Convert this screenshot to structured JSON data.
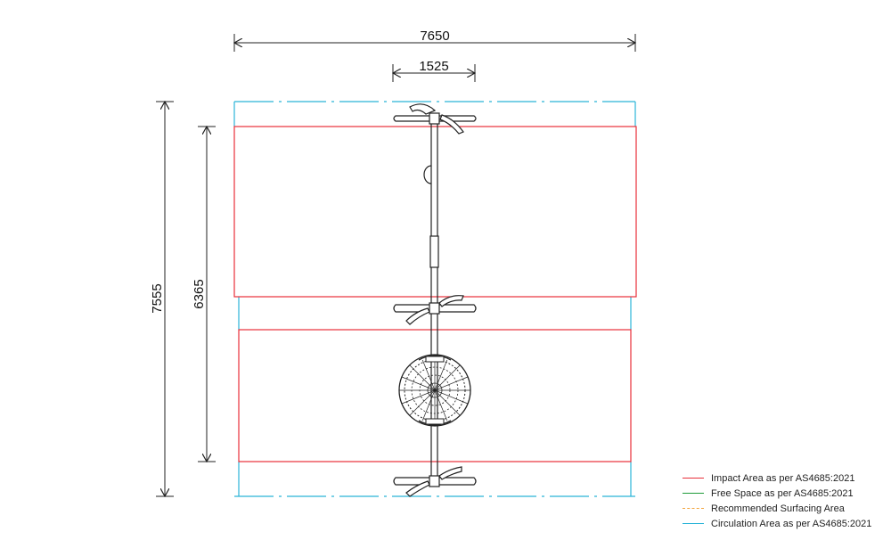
{
  "dimensions": {
    "overall_width": "7650",
    "equipment_width": "1525",
    "overall_length": "7555",
    "impact_length": "6365"
  },
  "legend": [
    {
      "label": "Impact Area as per AS4685:2021",
      "color": "#e8303a",
      "style": "solid"
    },
    {
      "label": "Free Space as per AS4685:2021",
      "color": "#1f9b3a",
      "style": "solid"
    },
    {
      "label": "Recommended Surfacing Area",
      "color": "#f2a33a",
      "style": "dashed"
    },
    {
      "label": "Circulation Area as per AS4685:2021",
      "color": "#2bb5d8",
      "style": "solid"
    }
  ],
  "colors": {
    "impact": "#e8303a",
    "circulation": "#2bb5d8",
    "line": "#222222"
  }
}
